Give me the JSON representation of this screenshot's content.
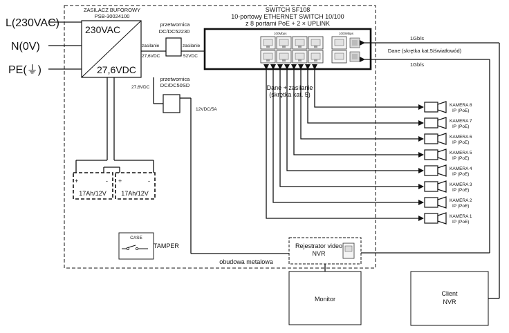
{
  "inputs": {
    "l": "L(230VAC)",
    "n": "N(0V)",
    "pe": "PE(⏚)"
  },
  "psu": {
    "title": "ZASILACZ BUFOROWY",
    "model": "PSB-30024100",
    "in": "230VAC",
    "out": "27,6VDC"
  },
  "batteries": [
    {
      "label": "17Ah/12V",
      "plus": "+",
      "minus": "-"
    },
    {
      "label": "17Ah/12V",
      "plus": "+",
      "minus": "-"
    }
  ],
  "converter1": {
    "title": "przetwornica",
    "model": "DC/DC52230",
    "in_label": "zasilanie",
    "in_v": "27,6VDC",
    "out_label": "zasilanie",
    "out_v": "52VDC"
  },
  "converter2": {
    "title": "przetwornica",
    "model": "DC/DC50SD",
    "in_v": "27,6VDC",
    "out_v": "12VDC/5A"
  },
  "switch": {
    "title": "SWITCH SF108",
    "line2": "10-portowy ETHERNET SWITCH 10/100",
    "line3": "z 8 portami PoE + 2 × UPLINK",
    "speed_left": "100Mbps",
    "speed_right": "1000Mbps"
  },
  "cabling": {
    "line1": "Dane + zasilanie",
    "line2": "(skrętka kat. 5)"
  },
  "uplink": {
    "top": "1Gb/s",
    "mid": "Dane (skrętka kat.5/światłowód)",
    "bot": "1Gb/s"
  },
  "cameras": [
    {
      "name": "KAMERA 8",
      "type": "IP (PoE)"
    },
    {
      "name": "KAMERA 7",
      "type": "IP (PoE)"
    },
    {
      "name": "KAMERA 6",
      "type": "IP (PoE)"
    },
    {
      "name": "KAMERA 5",
      "type": "IP (PoE)"
    },
    {
      "name": "KAMERA 4",
      "type": "IP (PoE)"
    },
    {
      "name": "KAMERA 3",
      "type": "IP (PoE)"
    },
    {
      "name": "KAMERA 2",
      "type": "IP (PoE)"
    },
    {
      "name": "KAMERA 1",
      "type": "IP (PoE)"
    }
  ],
  "tamper": {
    "case": "CASE",
    "label": "TAMPER"
  },
  "nvr": {
    "line1": "Rejestrator video",
    "line2": "NVR"
  },
  "enclosure": {
    "label": "obudowa metalowa"
  },
  "monitor": {
    "label": "Monitor"
  },
  "client": {
    "line1": "Client",
    "line2": "NVR"
  }
}
